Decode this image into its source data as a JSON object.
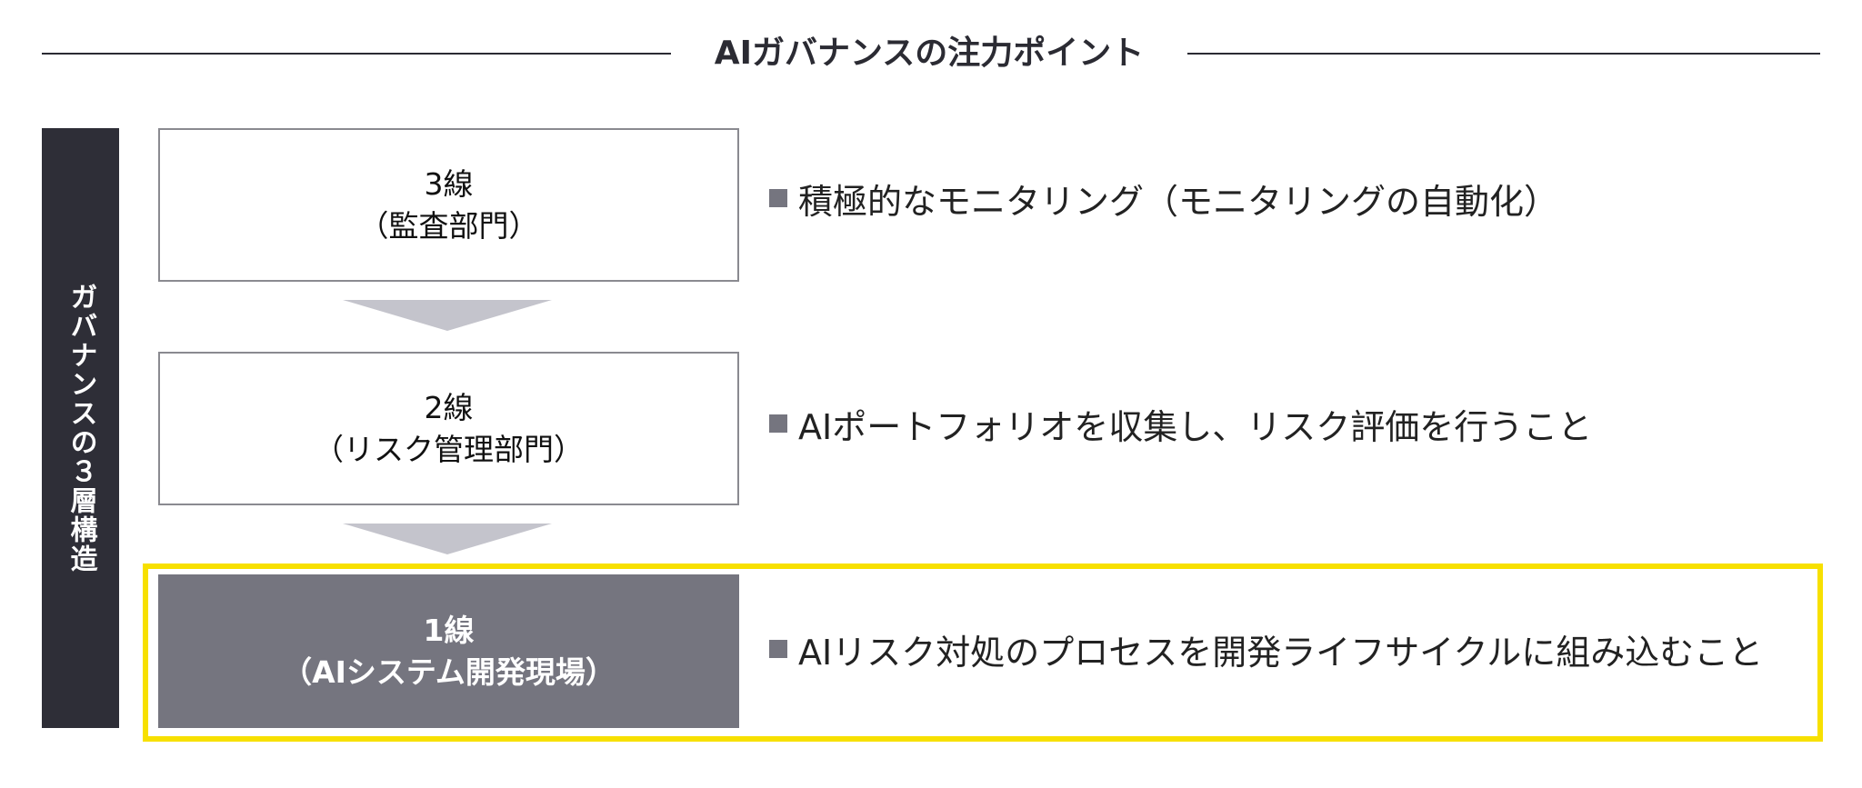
{
  "header": {
    "title": "AIガバナンスの注力ポイント"
  },
  "sidebar": {
    "label": "ガバナンスの３層構造"
  },
  "lines": [
    {
      "line": "3線",
      "dept": "（監査部門）",
      "point": "積極的なモニタリング（モニタリングの自動化）"
    },
    {
      "line": "2線",
      "dept": "（リスク管理部門）",
      "point": "AIポートフォリオを収集し、リスク評価を行うこと"
    },
    {
      "line": "1線",
      "dept": "（AIシステム開発現場）",
      "point": "AIリスク対処のプロセスを開発ライフサイクルに組み込むこと"
    }
  ],
  "colors": {
    "highlight": "#f7e000",
    "dark": "#2e2e37",
    "accent": "#75757f",
    "arrow": "#c4c4cc"
  }
}
